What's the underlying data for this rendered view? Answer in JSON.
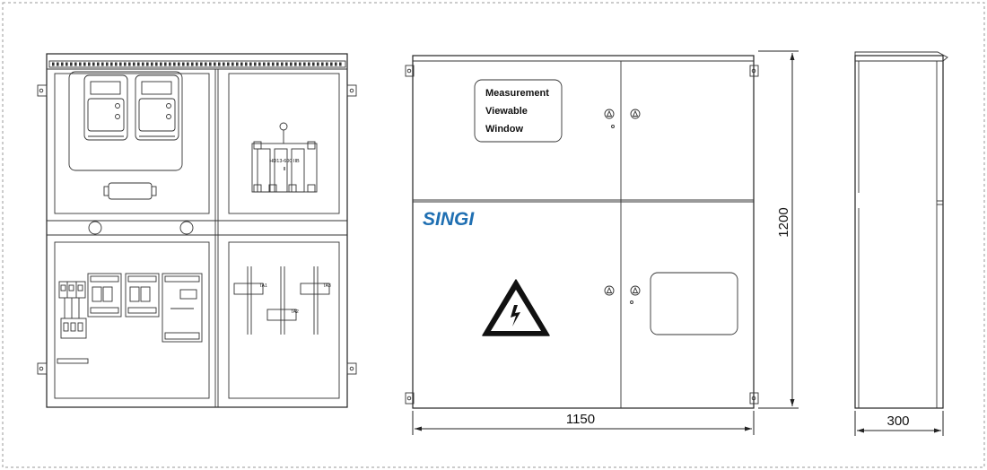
{
  "front_view": {
    "window_label_lines": [
      "Measurement",
      "Viewable",
      "Window"
    ],
    "brand_logo": "SINGI",
    "brand_color": "#1f6fb2",
    "warning_icon": "high-voltage-warning-icon"
  },
  "dimensions": {
    "width_label": "1150",
    "height_label": "1200",
    "depth_label": "300"
  },
  "interior_view": {
    "isolator_text": "HD13-600 IIB",
    "isolator_text2": "II",
    "ct_labels": [
      "TA1",
      "TA2",
      "TA3"
    ]
  }
}
